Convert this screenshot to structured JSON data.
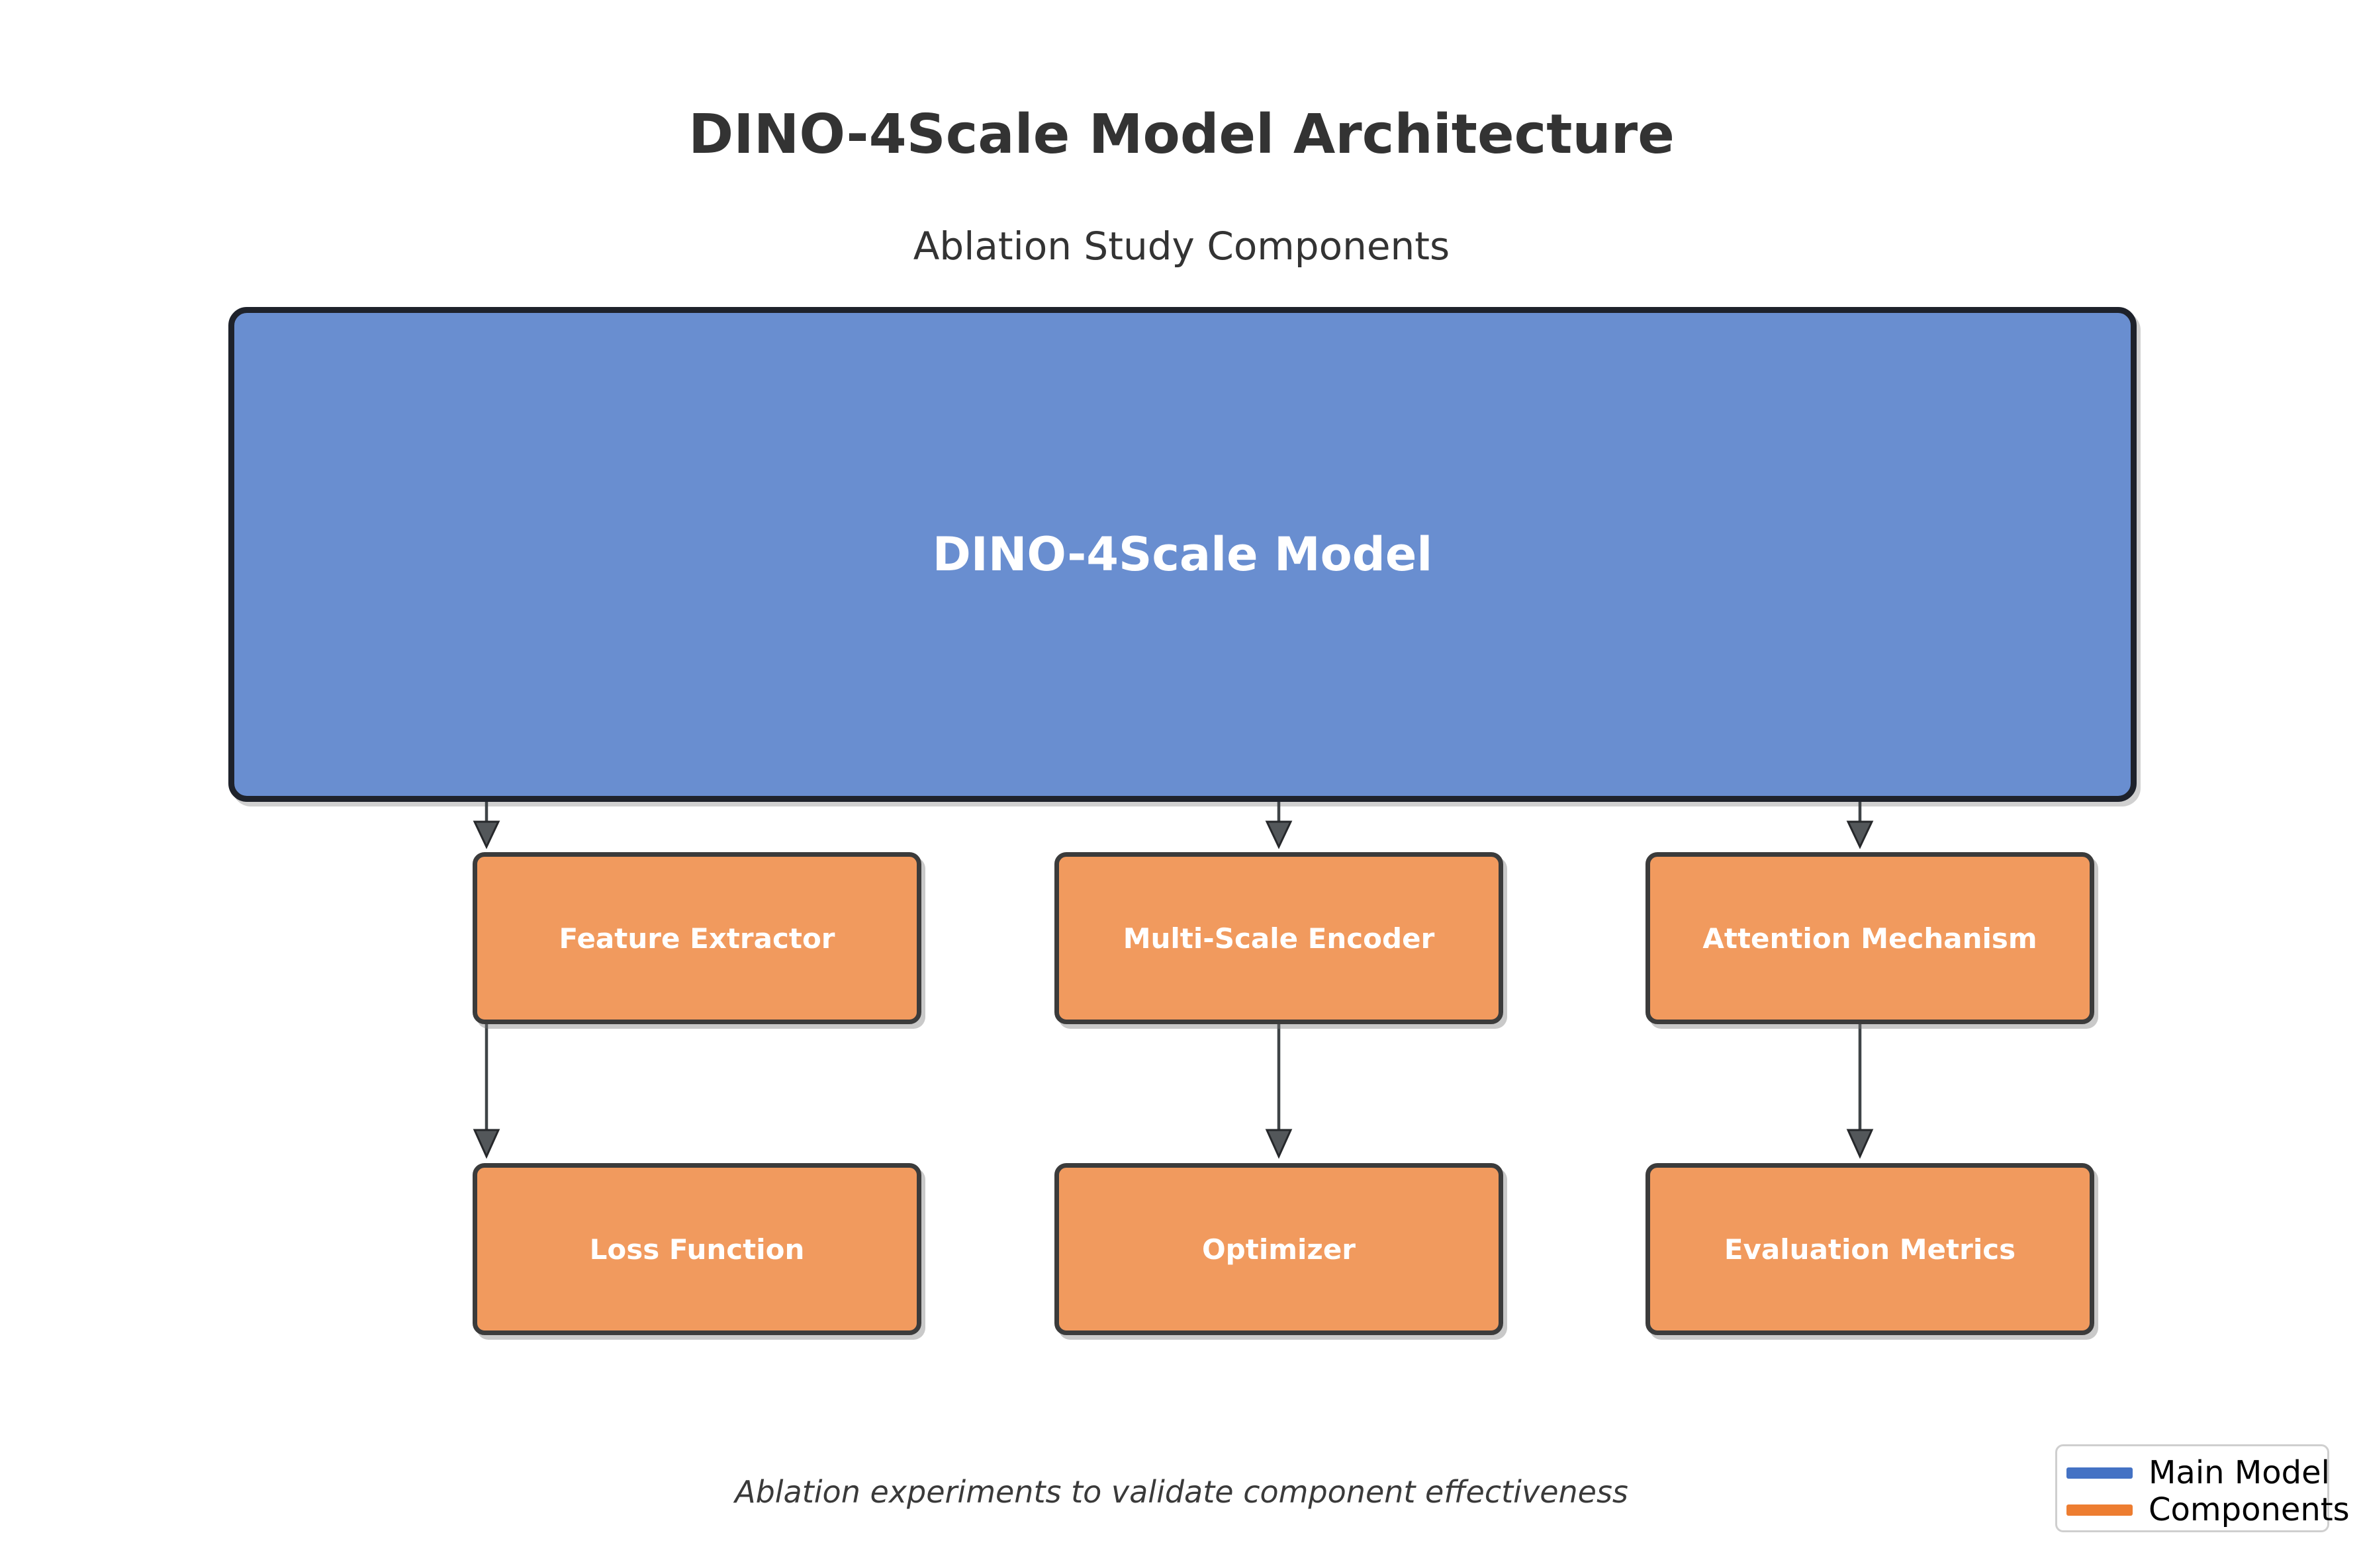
{
  "header": {
    "title": "DINO-4Scale Model Architecture",
    "subtitle": "Ablation Study Components"
  },
  "diagram": {
    "main_model": {
      "label": "DINO-4Scale Model"
    },
    "components": [
      {
        "id": "feature-extractor",
        "label": "Feature Extractor",
        "row": 1,
        "col": 1
      },
      {
        "id": "multi-scale-encoder",
        "label": "Multi-Scale Encoder",
        "row": 1,
        "col": 2
      },
      {
        "id": "attention-mechanism",
        "label": "Attention Mechanism",
        "row": 1,
        "col": 3
      },
      {
        "id": "loss-function",
        "label": "Loss Function",
        "row": 2,
        "col": 1
      },
      {
        "id": "optimizer",
        "label": "Optimizer",
        "row": 2,
        "col": 2
      },
      {
        "id": "evaluation-metrics",
        "label": "Evaluation Metrics",
        "row": 2,
        "col": 3
      }
    ],
    "edges": [
      {
        "from": "main-model",
        "to": "feature-extractor"
      },
      {
        "from": "main-model",
        "to": "multi-scale-encoder"
      },
      {
        "from": "main-model",
        "to": "attention-mechanism"
      },
      {
        "from": "feature-extractor",
        "to": "loss-function"
      },
      {
        "from": "multi-scale-encoder",
        "to": "optimizer"
      },
      {
        "from": "attention-mechanism",
        "to": "evaluation-metrics"
      }
    ]
  },
  "caption": "Ablation experiments to validate component effectiveness",
  "legend": {
    "items": [
      {
        "label": "Main Model",
        "color": "#4472C4"
      },
      {
        "label": "Components",
        "color": "#ED7D31"
      }
    ]
  },
  "colors": {
    "main_model_fill": "#4472C4",
    "component_fill": "#ED7D31",
    "box_text": "#FFFFFF",
    "arrow": "#3F4447",
    "heading_text": "#333333",
    "caption_text": "#3A3A3A",
    "legend_border": "#CFCFCF"
  }
}
